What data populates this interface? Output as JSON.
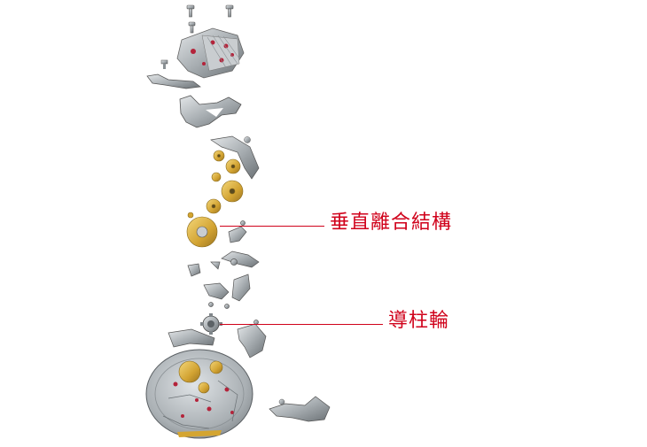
{
  "diagram": {
    "callouts": [
      {
        "id": "vertical-clutch",
        "label": "垂直離合結構"
      },
      {
        "id": "column-wheel",
        "label": "導柱輪"
      }
    ],
    "colors": {
      "callout": "#d0021b",
      "steel": "#9aa0a4",
      "gold": "#d4a531",
      "jewel": "#b4233a"
    }
  }
}
